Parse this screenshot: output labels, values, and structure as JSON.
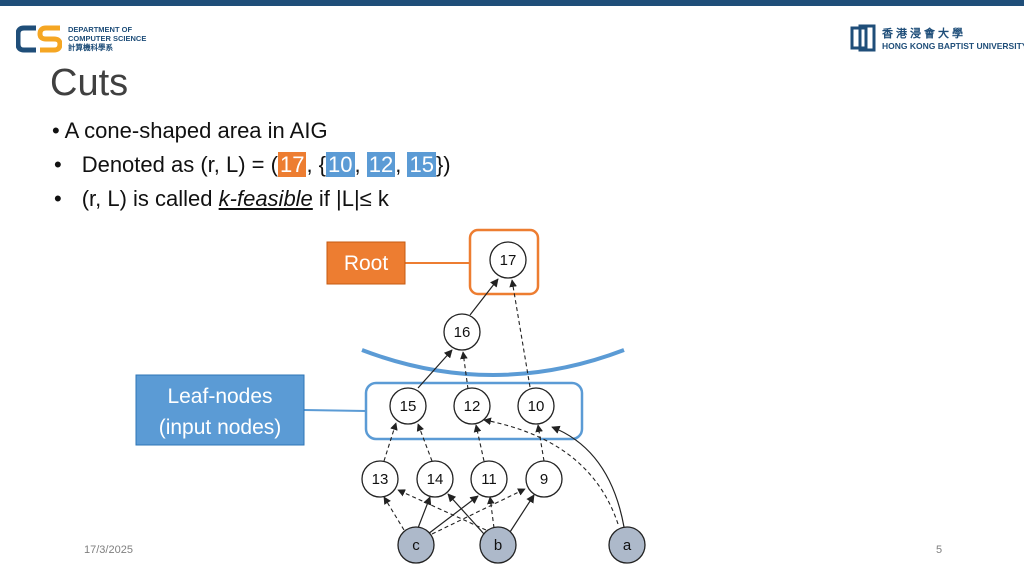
{
  "header": {
    "dept_line1": "DEPARTMENT OF",
    "dept_line2": "COMPUTER SCIENCE",
    "dept_line3": "計算機科學系",
    "univ_cn": "香港浸會大學",
    "univ_en": "HONG KONG BAPTIST UNIVERSITY"
  },
  "slide": {
    "title": "Cuts",
    "bullet1": "A cone-shaped area in AIG",
    "bullet2": {
      "prefix": "Denoted as (r, L) = (",
      "root": "17",
      "sep1": ", {",
      "leaf1": "10",
      "sep2": ", ",
      "leaf2": "12",
      "sep3": ", ",
      "leaf3": "15",
      "suffix": "})"
    },
    "bullet3": {
      "prefix": "(r, L) is called ",
      "term": "k-feasible",
      "suffix": " if |L|≤ k"
    }
  },
  "diagram": {
    "root_label": "Root",
    "leaf_label_line1": "Leaf-nodes",
    "leaf_label_line2": "(input nodes)",
    "nodes": {
      "n17": "17",
      "n16": "16",
      "n15": "15",
      "n12": "12",
      "n10": "10",
      "n13": "13",
      "n14": "14",
      "n11": "11",
      "n9": "9",
      "nc": "c",
      "nb": "b",
      "na": "a"
    },
    "colors": {
      "root": "#ed7d31",
      "leaf": "#5b9bd5",
      "input_node": "#adb9ca"
    }
  },
  "footer": {
    "date": "17/3/2025",
    "page": "5"
  }
}
